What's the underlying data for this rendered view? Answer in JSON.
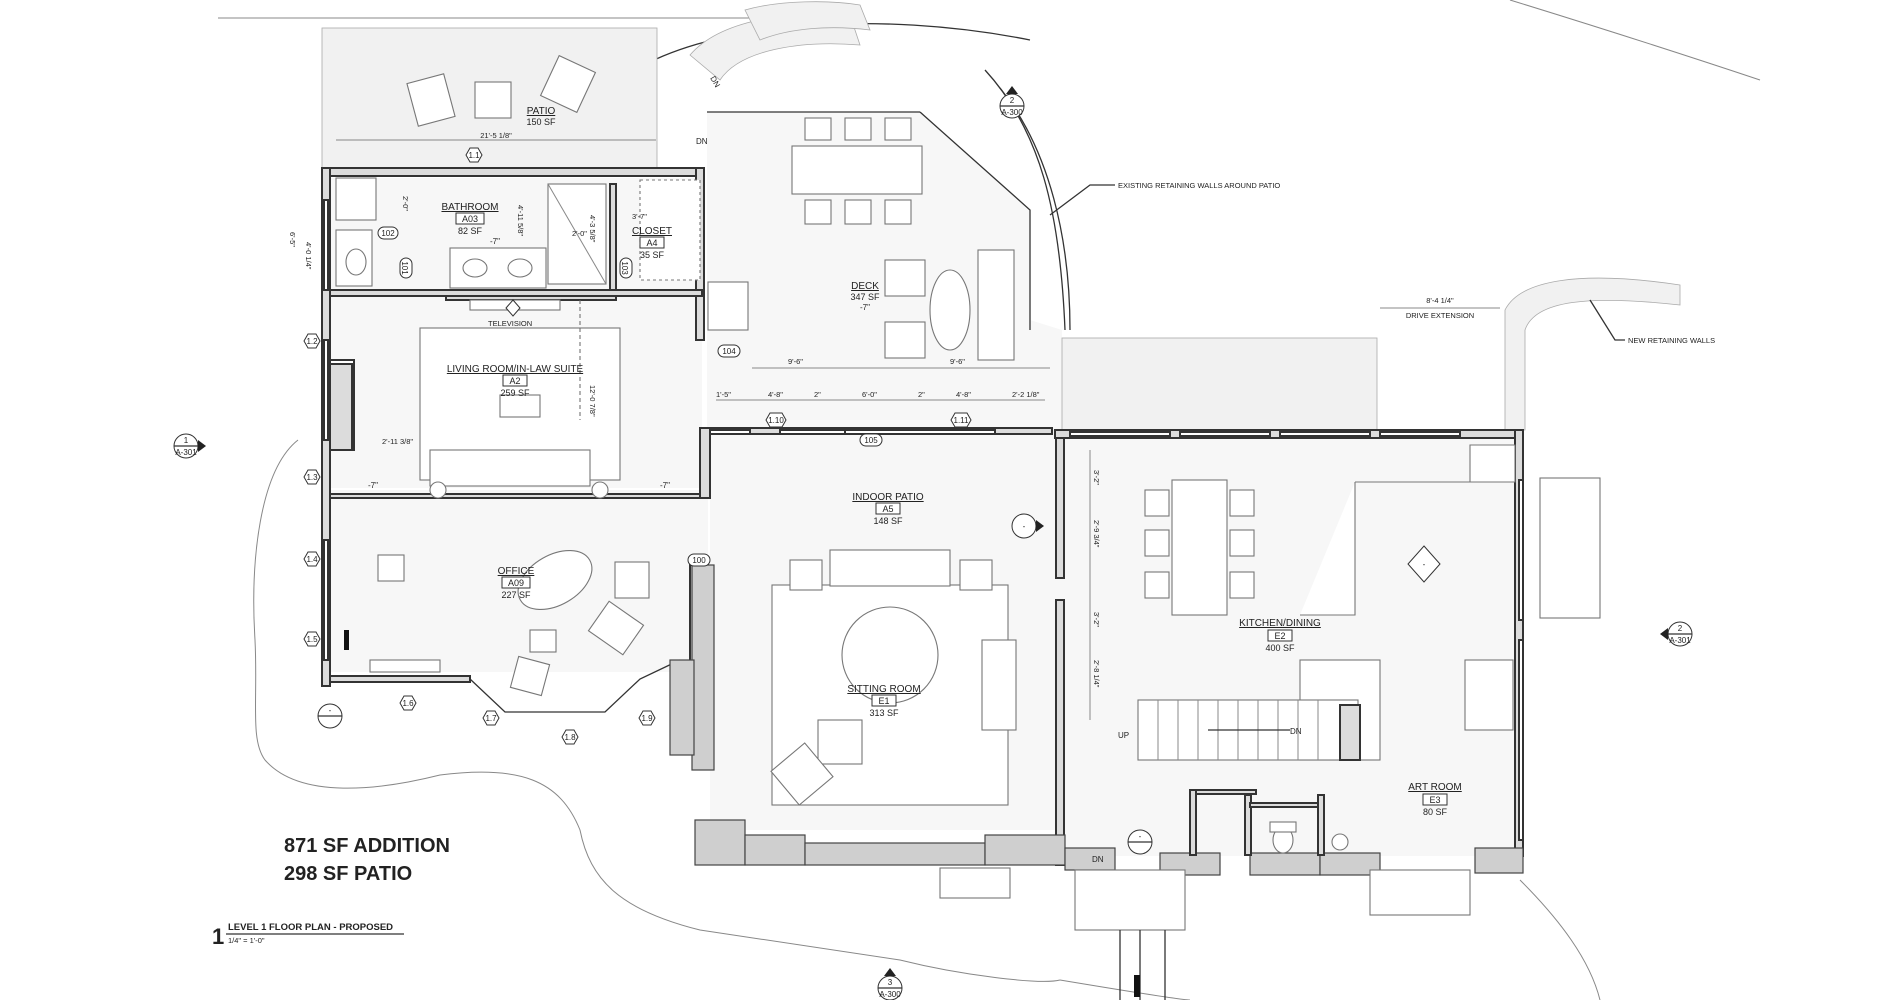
{
  "summary": {
    "addition": "871 SF ADDITION",
    "patio": "298 SF PATIO"
  },
  "title_block": {
    "number": "1",
    "title": "LEVEL 1 FLOOR PLAN - PROPOSED",
    "scale": "1/4\" = 1'-0\""
  },
  "rooms": {
    "patio": {
      "name": "PATIO",
      "area": "150 SF"
    },
    "bathroom": {
      "name": "BATHROOM",
      "code": "A03",
      "area": "82 SF",
      "elev": "-7\""
    },
    "closet": {
      "name": "CLOSET",
      "code": "A4",
      "area": "35 SF"
    },
    "deck": {
      "name": "DECK",
      "area": "347 SF",
      "elev": "-7\""
    },
    "living": {
      "name": "LIVING ROOM/IN-LAW SUITE",
      "code": "A2",
      "area": "259 SF",
      "elev": "-7\""
    },
    "indoor_patio": {
      "name": "INDOOR PATIO",
      "code": "A5",
      "area": "148 SF"
    },
    "office": {
      "name": "OFFICE",
      "code": "A09",
      "area": "227 SF"
    },
    "sitting": {
      "name": "SITTING ROOM",
      "code": "E1",
      "area": "313 SF"
    },
    "kitchen": {
      "name": "KITCHEN/DINING",
      "code": "E2",
      "area": "400 SF"
    },
    "art": {
      "name": "ART ROOM",
      "code": "E3",
      "area": "80 SF"
    }
  },
  "doors": {
    "d100": "100",
    "d101": "101",
    "d102": "102",
    "d103": "103",
    "d104": "104",
    "d105": "105"
  },
  "notes": {
    "existing_walls": "EXISTING RETAINING WALLS AROUND PATIO",
    "new_walls": "NEW RETAINING WALLS",
    "drive_ext": "DRIVE EXTENSION",
    "drive_dim": "8'-4 1/4\"",
    "television": "TELEVISION",
    "up": "UP",
    "dn1": "DN",
    "dn2": "DN",
    "dn3": "DN",
    "dn4": "DN"
  },
  "dimensions": {
    "patio_width": "21'-5 1/8\"",
    "bath_a": "6'-5\"",
    "bath_b": "4'-0 1/4\"",
    "bath_c": "2'-0\"",
    "bath_d": "4'-11 5/8\"",
    "bath_e": "2'-0\"",
    "bath_f": "4'-3 5/8\"",
    "closet_w": "3'-7\"",
    "deck_a": "9'-6\"",
    "deck_b": "9'-6\"",
    "run_a": "1'-5\"",
    "run_b": "4'-8\"",
    "run_c": "2\"",
    "run_d": "6'-0\"",
    "run_e": "2\"",
    "run_f": "4'-8\"",
    "run_g": "2'-2 1/8\"",
    "living_depth": "12'-0 7/8\"",
    "living_w": "2'-11 3/8\"",
    "living_elev2": "-7\"",
    "kit_a": "3'-2\"",
    "kit_b": "2'-9 3/4\"",
    "kit_c": "3'-2\"",
    "kit_d": "2'-8 1/4\""
  },
  "tags": {
    "t11": "1.1",
    "t12": "1.2",
    "t13": "1.3",
    "t14": "1.4",
    "t15": "1.5",
    "t16": "1.6",
    "t17": "1.7",
    "t18": "1.8",
    "t19": "1.9",
    "t110": "1.10",
    "t111": "1.11"
  },
  "section_marks": {
    "s1": {
      "num": "1",
      "sheet": "A-301"
    },
    "s2": {
      "num": "2",
      "sheet": "A-301"
    },
    "s3": {
      "num": "2",
      "sheet": "A-300"
    },
    "s4": {
      "num": "3",
      "sheet": "A-300"
    }
  },
  "level_marks": {
    "m1": "-",
    "m2": "-",
    "m3": "-",
    "m4": "-"
  }
}
